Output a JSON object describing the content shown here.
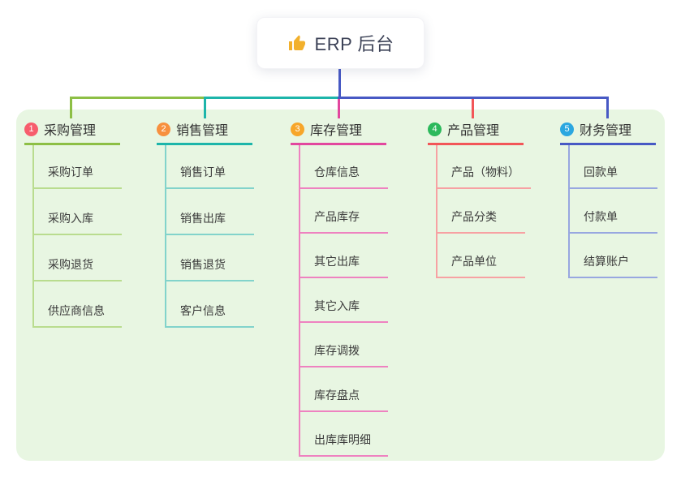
{
  "root": {
    "title": "ERP 后台",
    "icon": "thumbs-up",
    "icon_color": "#f2b02c"
  },
  "panel_color": "#e8f6e2",
  "branches": [
    {
      "num": "1",
      "label": "采购管理",
      "color": "#8dbf45",
      "light": "#b9dc8e",
      "badge": "#f75d6d",
      "children": [
        "采购订单",
        "采购入库",
        "采购退货",
        "供应商信息"
      ]
    },
    {
      "num": "2",
      "label": "销售管理",
      "color": "#1db5aa",
      "light": "#82d3cb",
      "badge": "#f7903e",
      "children": [
        "销售订单",
        "销售出库",
        "销售退货",
        "客户信息"
      ]
    },
    {
      "num": "3",
      "label": "库存管理",
      "color": "#e2479e",
      "light": "#ee82c0",
      "badge": "#f7a62a",
      "children": [
        "仓库信息",
        "产品库存",
        "其它出库",
        "其它入库",
        "库存调拨",
        "库存盘点",
        "出库库明细"
      ]
    },
    {
      "num": "4",
      "label": "产品管理",
      "color": "#f25658",
      "light": "#f7a1a3",
      "badge": "#2cb95c",
      "children": [
        "产品（物料）",
        "产品分类",
        "产品单位"
      ]
    },
    {
      "num": "5",
      "label": "财务管理",
      "color": "#4759c4",
      "light": "#98a7e0",
      "badge": "#2ba7e0",
      "children": [
        "回款单",
        "付款单",
        "结算账户"
      ]
    }
  ]
}
